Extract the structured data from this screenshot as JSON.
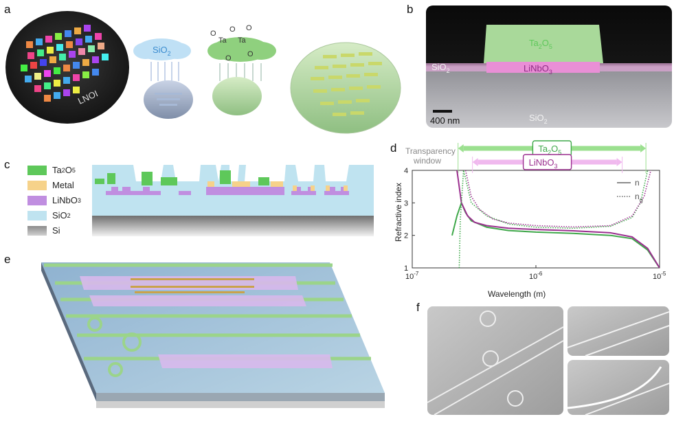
{
  "panels": {
    "a": "a",
    "b": "b",
    "c": "c",
    "d": "d",
    "e": "e",
    "f": "f"
  },
  "panel_a": {
    "wafer_label": "LNOI",
    "cloud_sio2": "SiO",
    "cloud_sio2_sub": "2",
    "molecule": {
      "ta": "Ta",
      "o": "O"
    }
  },
  "panel_b": {
    "ta2o5": "Ta",
    "ta2o5_sub": "2",
    "ta2o5_o": "O",
    "ta2o5_o_sub": "5",
    "linbo3": "LiNbO",
    "linbo3_sub": "3",
    "sio2_left": "SiO",
    "sio2_left_sub": "2",
    "sio2_bottom": "SiO",
    "sio2_bottom_sub": "2",
    "scale": "400 nm"
  },
  "panel_c": {
    "legend": [
      {
        "label": "Ta",
        "sub": "2",
        "label2": "O",
        "sub2": "5",
        "color": "#5ec85a"
      },
      {
        "label": "Metal",
        "sub": "",
        "label2": "",
        "sub2": "",
        "color": "#f6d28a"
      },
      {
        "label": "LiNbO",
        "sub": "3",
        "label2": "",
        "sub2": "",
        "color": "#c08ee0"
      },
      {
        "label": "SiO",
        "sub": "2",
        "label2": "",
        "sub2": "",
        "color": "#bfe3f0"
      },
      {
        "label": "Si",
        "sub": "",
        "label2": "",
        "sub2": "",
        "color": "#8a8a8a"
      }
    ]
  },
  "colors": {
    "ta2o5": "#3fa84a",
    "linbo3": "#9b2f8f",
    "window_ta": "#9be08f",
    "window_ln": "#f0b9ee"
  },
  "chart_data": {
    "type": "line",
    "xlabel": "Wavelength (m)",
    "ylabel": "Refractive index",
    "xscale": "log",
    "xlim": [
      1e-07,
      1e-05
    ],
    "ylim": [
      1,
      4
    ],
    "xticks": [
      "10",
      "10",
      "10"
    ],
    "xtick_exp": [
      "-7",
      "-6",
      "-5"
    ],
    "yticks": [
      "1",
      "2",
      "3",
      "4"
    ],
    "legend": [
      {
        "label": "n",
        "style": "solid"
      },
      {
        "label": "n",
        "sub": "g",
        "style": "dotted"
      }
    ],
    "transparency_label_1": "Transparency",
    "transparency_label_2": "window",
    "windows": [
      {
        "label": "Ta",
        "sub": "2",
        "label2": "O",
        "sub2": "5",
        "range": [
          2.6e-07,
          7e-06
        ],
        "color": "#3fa84a"
      },
      {
        "label": "LiNbO",
        "sub": "3",
        "label2": "",
        "sub2": "",
        "range": [
          3.4e-07,
          4.5e-06
        ],
        "color": "#9b2f8f"
      }
    ],
    "series": [
      {
        "name": "Ta2O5 n",
        "color": "#3fa84a",
        "style": "solid",
        "x": [
          2.1e-07,
          2.3e-07,
          2.5e-07,
          2.7e-07,
          3e-07,
          4e-07,
          6e-07,
          1e-06,
          2e-06,
          4e-06,
          6e-06,
          8e-06,
          1e-05
        ],
        "y": [
          2.0,
          2.6,
          3.0,
          2.7,
          2.45,
          2.25,
          2.15,
          2.1,
          2.06,
          2.0,
          1.9,
          1.55,
          1.0
        ]
      },
      {
        "name": "LiNbO3 n",
        "color": "#9b2f8f",
        "style": "solid",
        "x": [
          2.3e-07,
          2.5e-07,
          2.8e-07,
          3.2e-07,
          4e-07,
          6e-07,
          1e-06,
          2e-06,
          4e-06,
          6e-06,
          8e-06,
          1e-05
        ],
        "y": [
          4.0,
          3.0,
          2.6,
          2.4,
          2.3,
          2.22,
          2.18,
          2.14,
          2.08,
          1.95,
          1.6,
          1.0
        ]
      },
      {
        "name": "Ta2O5 ng",
        "color": "#3fa84a",
        "style": "dotted",
        "x": [
          2.4e-07,
          2.45e-07,
          2.6e-07,
          3e-07,
          4e-07,
          6e-07,
          1e-06,
          2e-06,
          4e-06,
          6e-06,
          7e-06,
          8e-06
        ],
        "y": [
          1.0,
          2.5,
          4.0,
          3.0,
          2.6,
          2.35,
          2.25,
          2.22,
          2.28,
          2.55,
          3.0,
          4.0
        ]
      },
      {
        "name": "LiNbO3 ng",
        "color": "#9b2f8f",
        "style": "dotted",
        "x": [
          2.7e-07,
          3e-07,
          3.5e-07,
          4.5e-07,
          6e-07,
          1e-06,
          2e-06,
          4e-06,
          6e-06,
          7.5e-06,
          8.5e-06
        ],
        "y": [
          4.0,
          3.2,
          2.8,
          2.5,
          2.38,
          2.3,
          2.26,
          2.3,
          2.6,
          3.2,
          4.0
        ]
      }
    ]
  }
}
